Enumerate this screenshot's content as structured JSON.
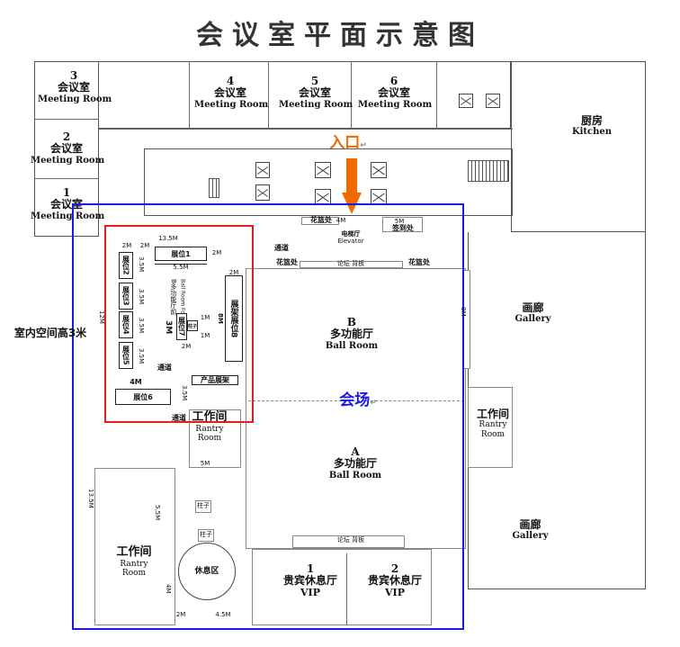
{
  "title": "会议室平面示意图",
  "rooms": {
    "m3": {
      "num": "3",
      "cn": "会议室",
      "en": "Meeting Room"
    },
    "m2": {
      "num": "2",
      "cn": "会议室",
      "en": "Meeting Room"
    },
    "m1": {
      "num": "1",
      "cn": "会议室",
      "en": "Meeting Room"
    },
    "m4": {
      "num": "4",
      "cn": "会议室",
      "en": "Meeting Room"
    },
    "m5": {
      "num": "5",
      "cn": "会议室",
      "en": "Meeting Room"
    },
    "m6": {
      "num": "6",
      "cn": "会议室",
      "en": "Meeting Room"
    },
    "kitchen": {
      "cn": "厨房",
      "en": "Kitchen"
    },
    "gallery1": {
      "cn": "画廊",
      "en": "Gallery"
    },
    "gallery2": {
      "cn": "画廊",
      "en": "Gallery"
    },
    "hallB": {
      "letter": "B",
      "cn": "多功能厅",
      "en": "Ball Room"
    },
    "hallA": {
      "letter": "A",
      "cn": "多功能厅",
      "en": "Ball Room"
    },
    "vip1": {
      "num": "1",
      "cn": "贵宾休息厅",
      "en": "VIP"
    },
    "vip2": {
      "num": "2",
      "cn": "贵宾休息厅",
      "en": "VIP"
    },
    "pantry1": {
      "cn": "工作间",
      "en1": "Rantry",
      "en2": "Room"
    },
    "pantry2": {
      "cn": "工作间",
      "en1": "Rantry",
      "en2": "Room"
    },
    "pantry3": {
      "cn": "工作间",
      "en1": "Rantry",
      "en2": "Room"
    },
    "lounge": "休息区",
    "foyer_cn": "B多功能厅前",
    "foyer_en": "Ball Room Foyer"
  },
  "labels": {
    "entrance": "入口",
    "venue": "会场",
    "ceiling": "室内空间高3米",
    "elevator_cn": "电梯厅",
    "elevator_en": "Elevator",
    "flower1": "花篮处",
    "flower2": "花篮处",
    "flower3": "花篮处",
    "signin": "签到处",
    "passage1": "通道",
    "passage2": "通道",
    "passage3": "通道",
    "forum_bg1": "论坛 背板",
    "forum_bg2": "论坛 背板",
    "product_shelf": "产品展架",
    "pillar1": "柱子",
    "pillar2": "柱子",
    "pillar3": "柱子"
  },
  "booths": {
    "b1": "展位1",
    "b2": "展位2",
    "b3": "展位3",
    "b4": "展位4",
    "b5": "展位5",
    "b6": "展位6",
    "b7": "展位7",
    "b8": "展架展位8"
  },
  "dims": {
    "d13_5": "13.5M",
    "d5_5": "5.5M",
    "d2m_a": "2M",
    "d2m_b": "2M",
    "d2m_c": "2M",
    "d2m_d": "2M",
    "d3_5a": "3.5M",
    "d3_5b": "3.5M",
    "d3_5c": "3.5M",
    "d3_5d": "3.5M",
    "d3_5e": "3.5M",
    "d3m": "3M",
    "d1m_a": "1M",
    "d1m_b": "1M",
    "d2m_e": "2M",
    "d8m_a": "8M",
    "d8m_b": "8M",
    "d4m": "4M",
    "d4m_b": "4M",
    "d5m_a": "5M",
    "d5m_b": "5M",
    "d12m": "12M",
    "d13_5v": "13.5M",
    "d5_5v": "5.5M",
    "d4m_c": "4M",
    "d2m_f": "2M",
    "d4_5": "4.5M"
  },
  "colors": {
    "venue_border": "#1a1ae6",
    "booth_area_border": "#e02020",
    "entrance": "#f06a00",
    "venue_text": "#1a1ae6"
  }
}
